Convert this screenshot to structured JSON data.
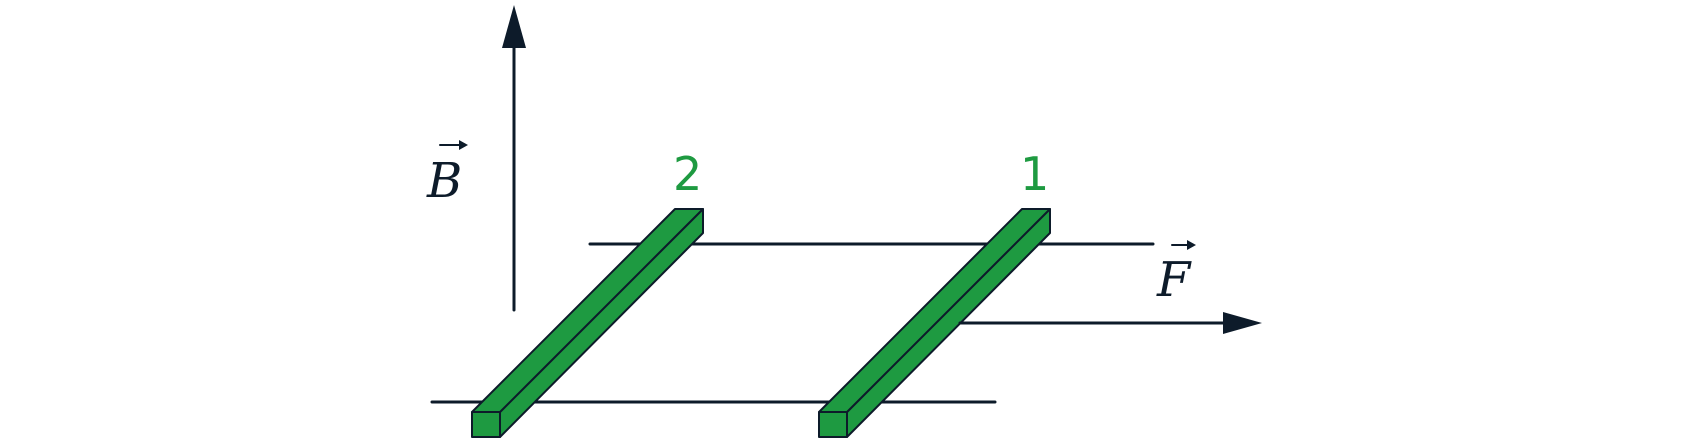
{
  "field_vector": {
    "symbol": "B"
  },
  "force_vector": {
    "symbol": "F"
  },
  "rods": [
    {
      "label": "2"
    },
    {
      "label": "1"
    }
  ],
  "colors": {
    "rod": "#1e9a41",
    "line": "#0d1b2a"
  }
}
